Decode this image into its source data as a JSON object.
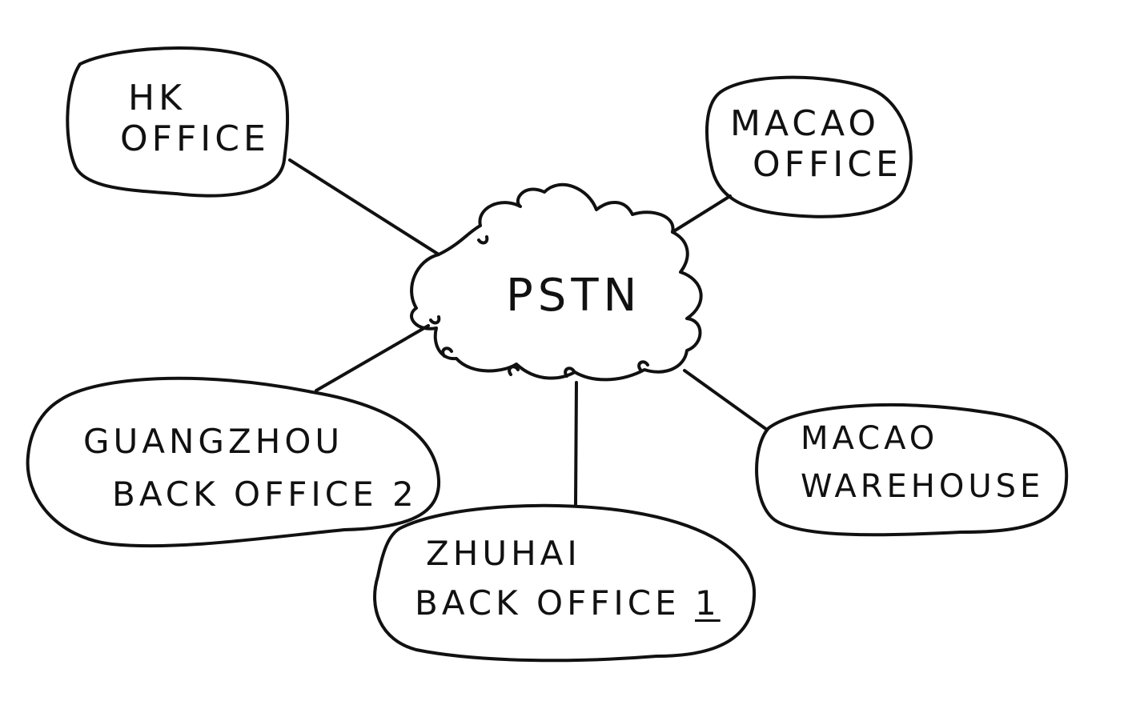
{
  "hub": {
    "label": "PSTN"
  },
  "nodes": {
    "hk": {
      "line1": "HK",
      "line2": "OFFICE"
    },
    "macao_office": {
      "line1": "MACAO",
      "line2": "OFFICE"
    },
    "guangzhou": {
      "line1": "GUANGZHOU",
      "line2": "BACK OFFICE 2"
    },
    "zhuhai": {
      "line1": "ZHUHAI",
      "line2_prefix": "BACK OFFICE",
      "line2_number": "1"
    },
    "macao_warehouse": {
      "line1": "MACAO",
      "line2": "WAREHOUSE"
    }
  },
  "colors": {
    "ink": "#111111",
    "paper": "#ffffff"
  }
}
